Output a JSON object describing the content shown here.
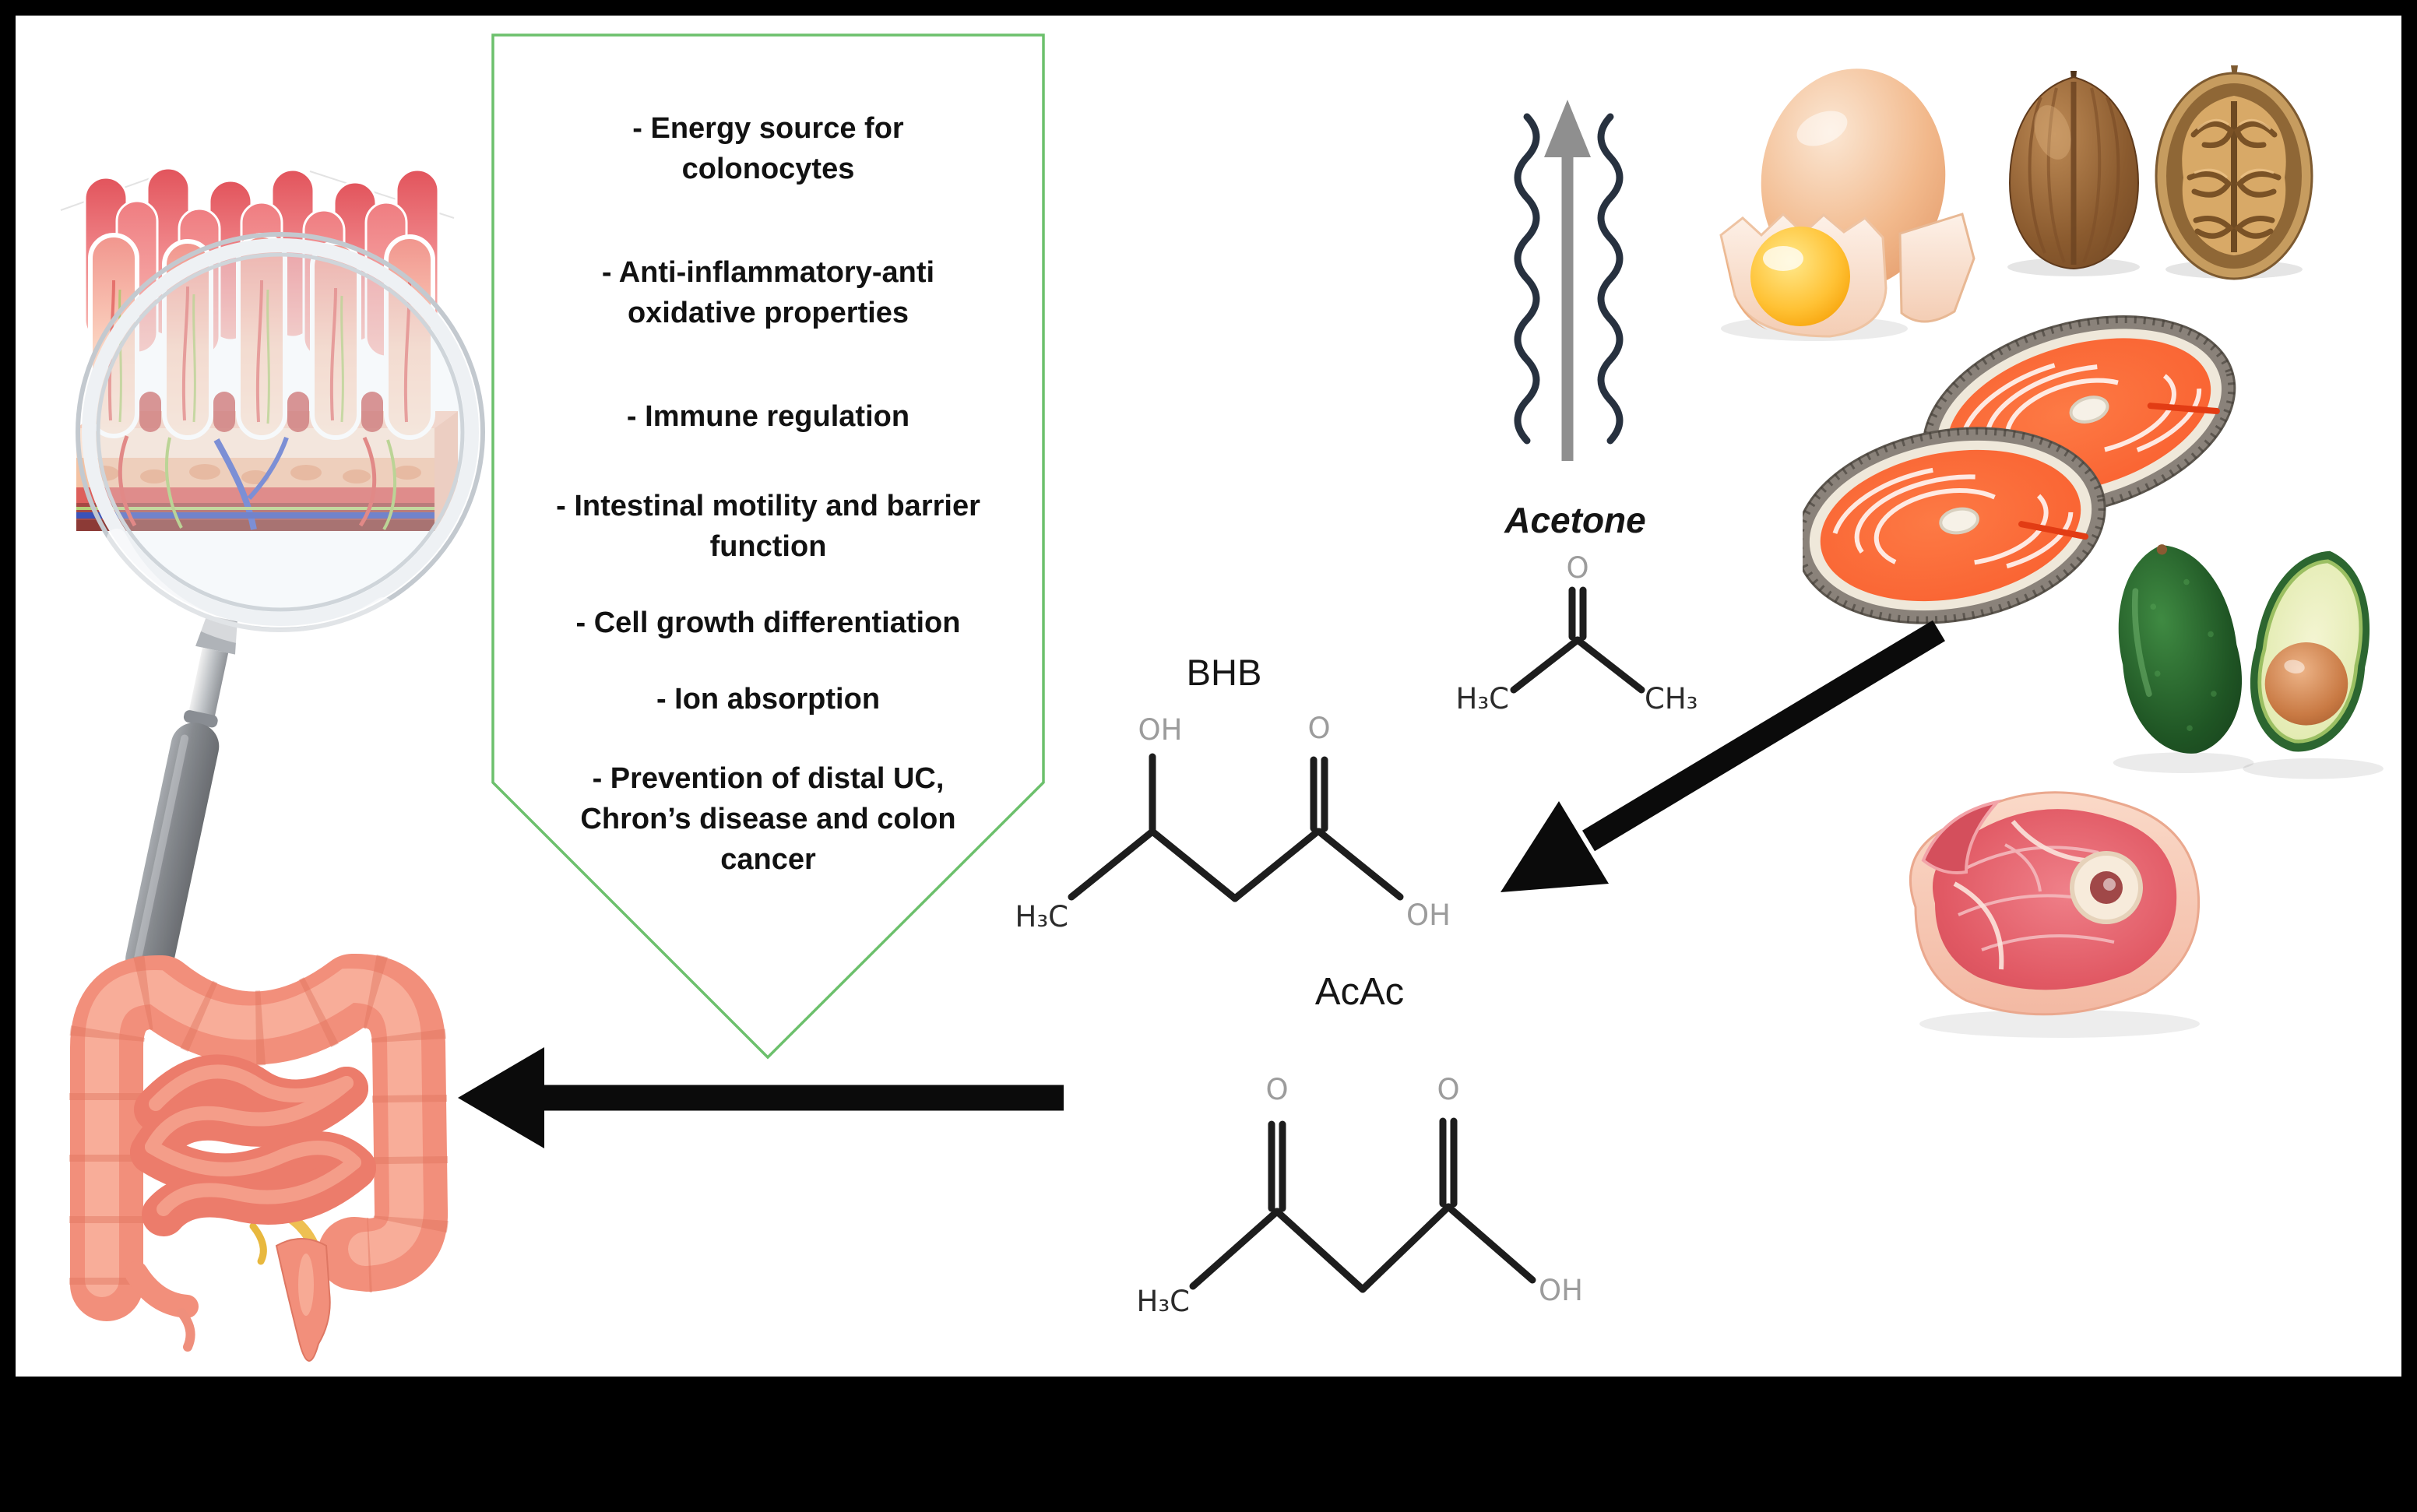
{
  "benefits": {
    "border_color": "#6cc06c",
    "items": [
      [
        "- Energy source for",
        "colonocytes"
      ],
      [
        "- Anti-inflammatory-anti",
        "oxidative properties"
      ],
      [
        "- Immune regulation"
      ],
      [
        "- Intestinal motility and barrier",
        "function"
      ],
      [
        "- Cell growth differentiation"
      ],
      [
        "- Ion absorption"
      ],
      [
        "- Prevention of distal UC,",
        "Chron’s disease and colon",
        "cancer"
      ]
    ]
  },
  "chem": {
    "bhb": {
      "name": "BHB",
      "oh_left": "OH",
      "o": "O",
      "h3c": "H₃C",
      "oh_right": "OH"
    },
    "acetone": {
      "name": "Acetone",
      "o": "O",
      "h3c": "H₃C",
      "ch3": "CH₃"
    },
    "acac": {
      "name": "AcAc",
      "o_left": "O",
      "o_right": "O",
      "h3c": "H₃C",
      "oh": "OH"
    }
  },
  "colors": {
    "accent_green": "#6cc06c",
    "bond_black": "#1d1d1d",
    "atom_gray": "#9c9c9c",
    "arrow_black": "#0b0b0b",
    "arrow_gray": "#8f8f8f",
    "wave_navy": "#27313f",
    "frame_black": "#000000",
    "paper_white": "#ffffff"
  },
  "images": {
    "villi": "intestinal-villi-illustration",
    "magnifier": "magnifying-glass",
    "colon": "large-intestine-illustration",
    "egg": "cracked-egg",
    "walnut_whole": "walnut-in-shell",
    "walnut_half": "walnut-half-kernel",
    "salmon": "salmon-steaks",
    "avocado": "avocado-whole-and-half",
    "ham": "ham-steak"
  }
}
